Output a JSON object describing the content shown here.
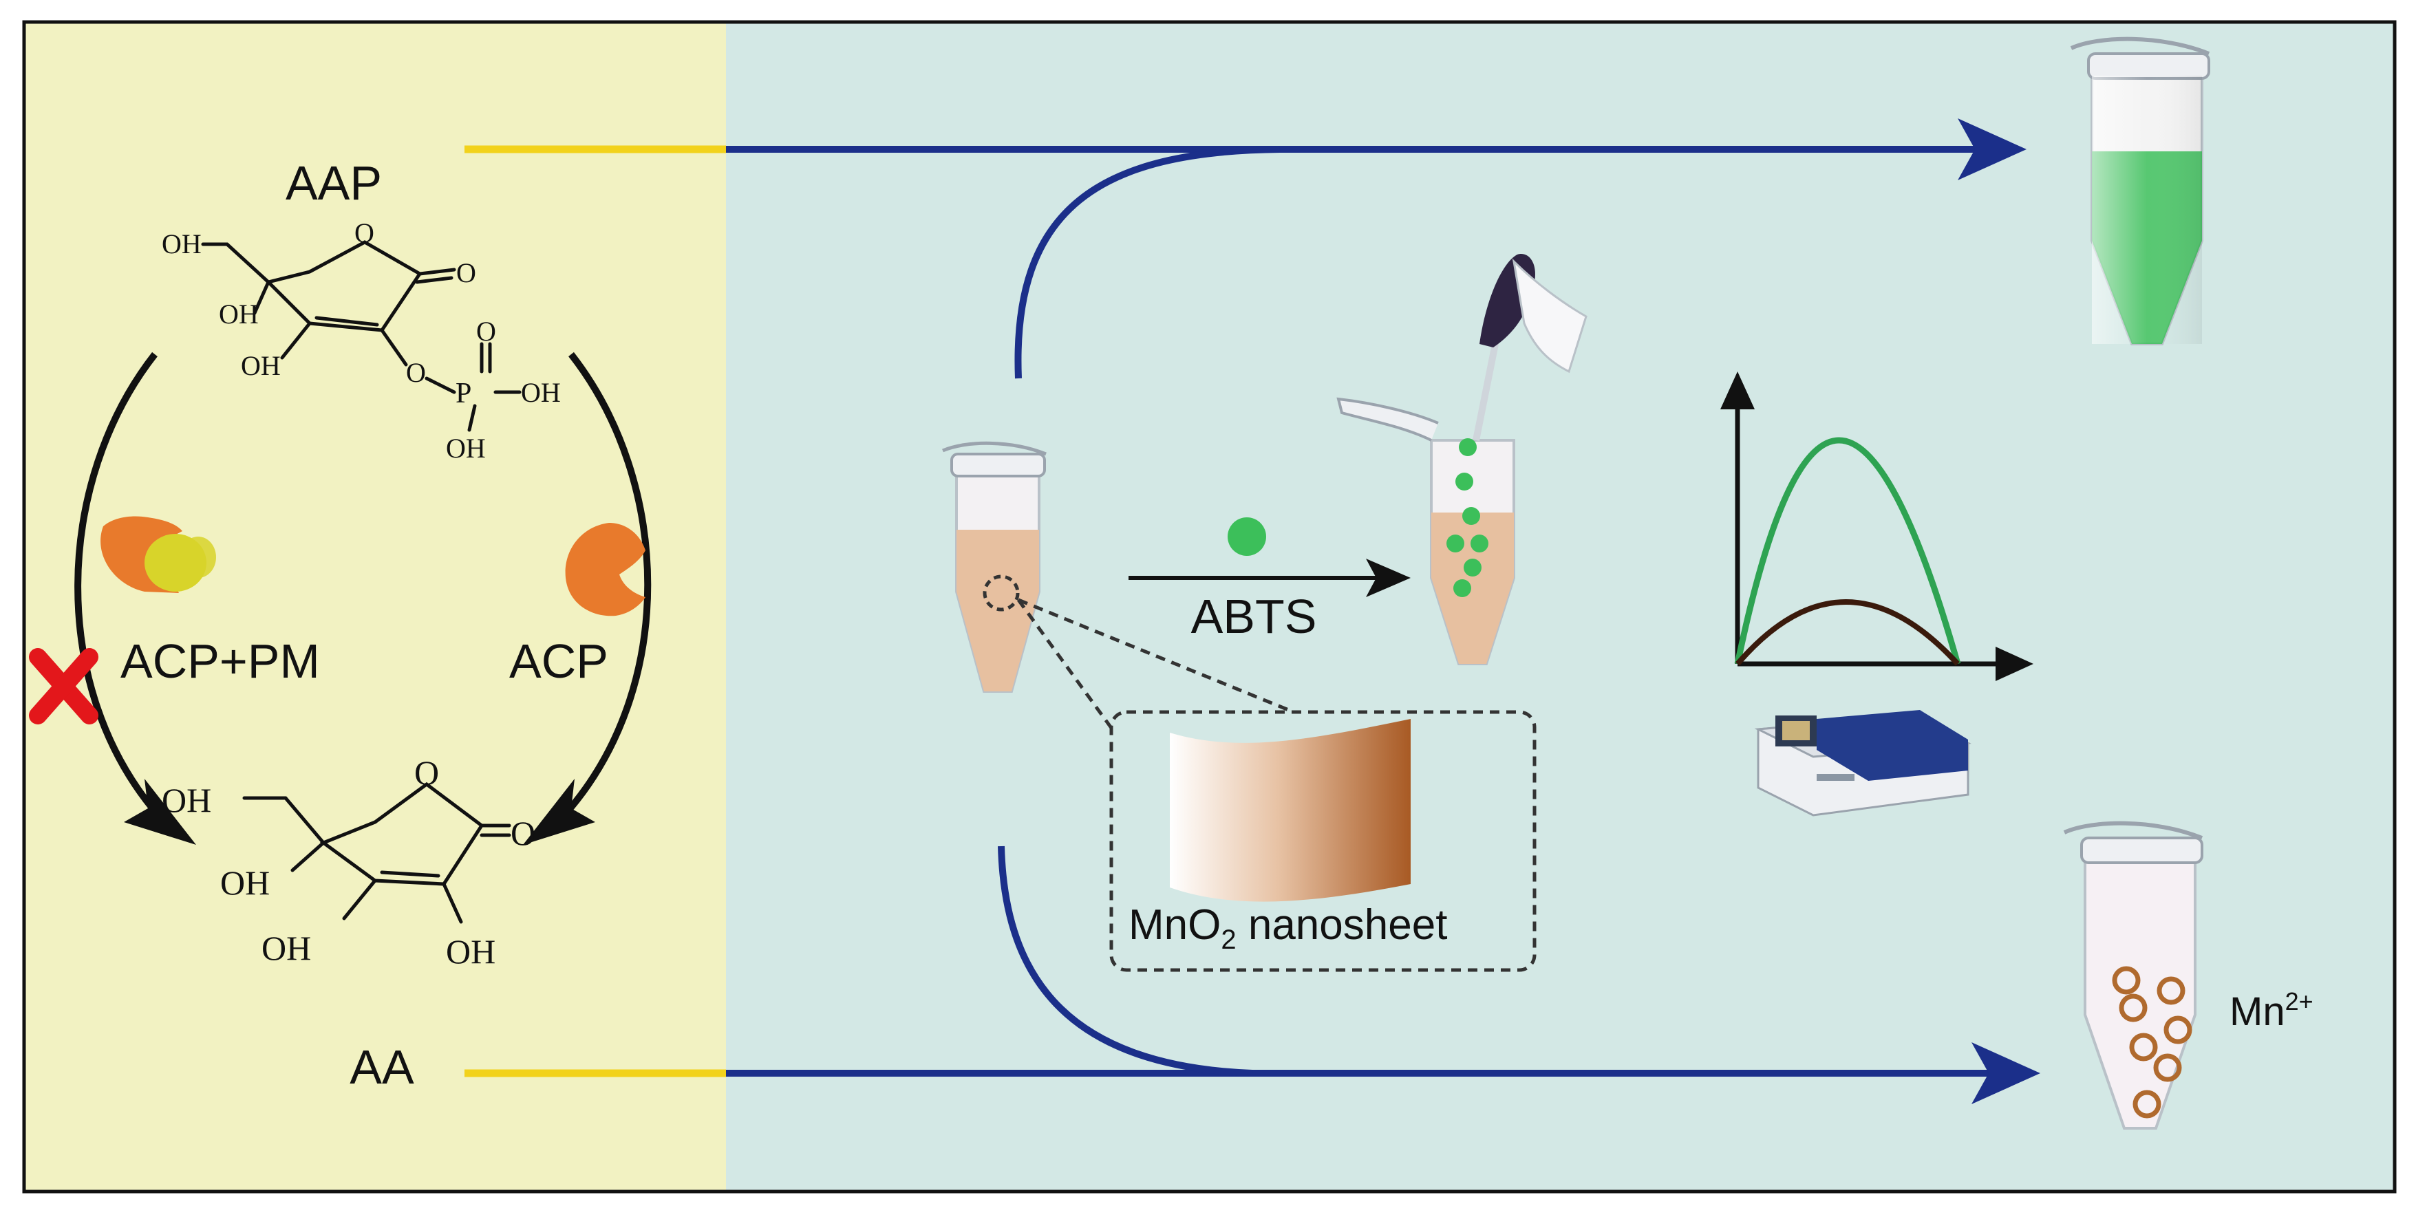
{
  "labels": {
    "aap": "AAP",
    "aa": "AA",
    "acp_pm": "ACP+PM",
    "acp": "ACP",
    "abts": "ABTS",
    "mno2_prefix": "MnO",
    "mno2_sub": "2",
    "mno2_suffix": " nanosheet",
    "mn_base": "Mn",
    "mn_charge": "2+"
  },
  "aap_structure": {
    "oh_ch2": "OH",
    "ring_o": "O",
    "carbonyl_o": "O",
    "oh_c4": "OH",
    "oh_c3": "OH",
    "ester_o": "O",
    "p": "P",
    "p_double_o": "O",
    "p_oh_right": "OH",
    "p_oh_bottom": "OH"
  },
  "aa_structure": {
    "oh_ch2": "OH",
    "ring_o": "O",
    "carbonyl_o": "O",
    "oh_c4": "OH",
    "oh_c3": "OH",
    "oh_c2": "OH"
  },
  "colors": {
    "left_panel": "#f2f2c2",
    "right_panel": "#d3e8e5",
    "arrow_blue": "#1b2f8a",
    "connector_yellow": "#f2d21b",
    "enzyme_orange": "#e87a2c",
    "inhibitor_yellow": "#d8d42a",
    "inhibit_red": "#e3171b",
    "abts_green": "#3cbf5a",
    "curve_green": "#2ea352",
    "curve_dark": "#3a1a0c",
    "tube_brown": "#e7c0a0",
    "mn_ring": "#b06a2e"
  },
  "icons": [
    "enzyme-inhibitor-complex-icon",
    "enzyme-icon",
    "inhibition-cross-icon",
    "microtube-icon",
    "pipette-hand-icon",
    "spectrophotometer-icon",
    "absorbance-chart-icon",
    "nanosheet-icon"
  ]
}
